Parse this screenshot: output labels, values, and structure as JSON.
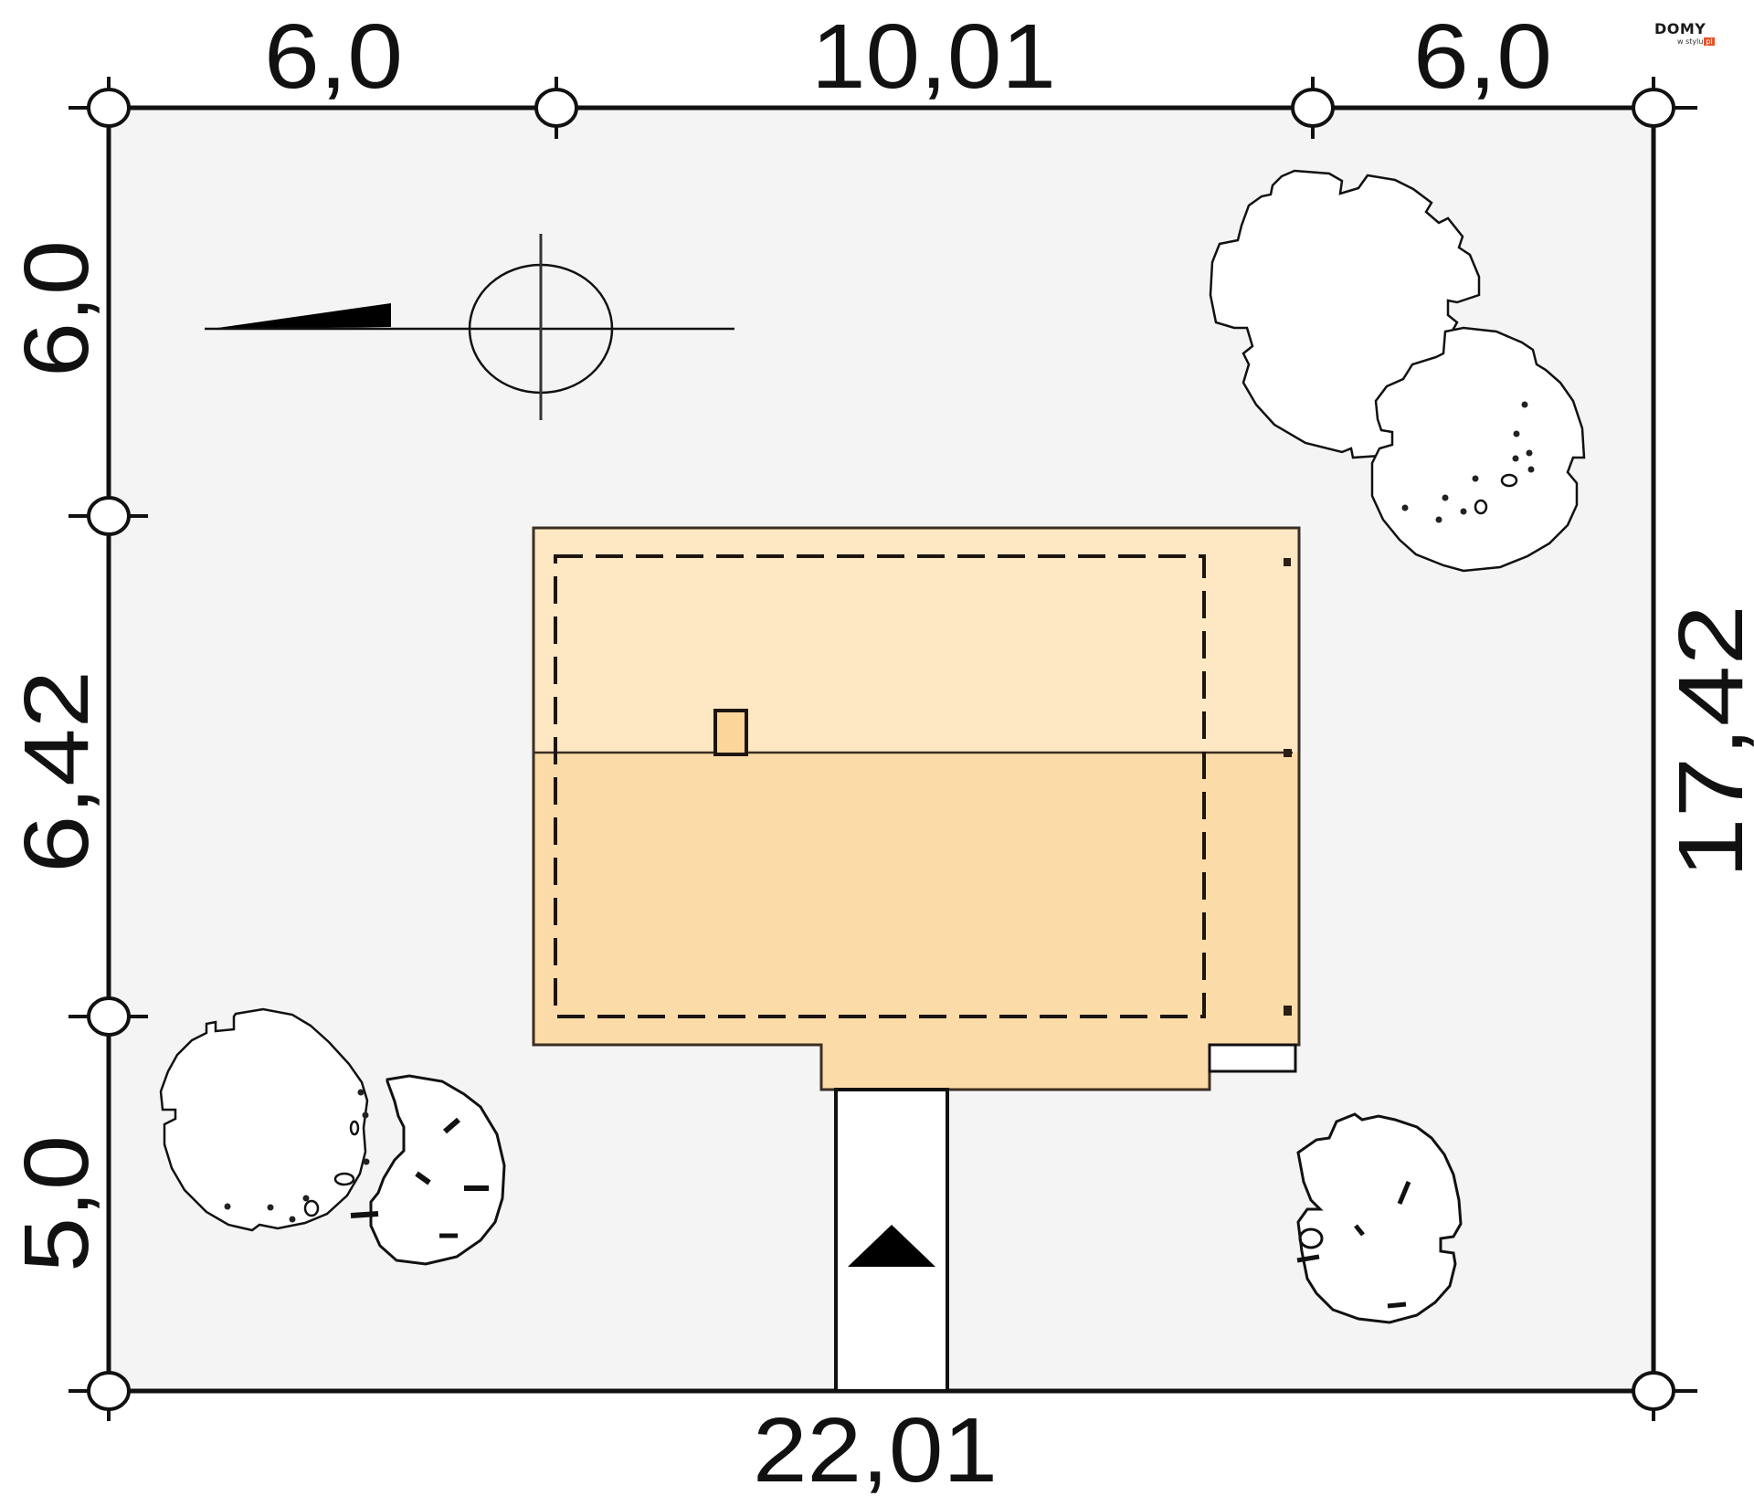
{
  "plan": {
    "type": "site plan",
    "colors": {
      "plot_fill": "#f4f4f5",
      "line": "#111111",
      "house_roof_north": "#fde8c3",
      "house_roof_south": "#fbdca8",
      "house_outline": "#3b2e22",
      "path_fill": "#ffffff",
      "tree_fill": "#ffffff",
      "logo_accent": "#e8542a"
    },
    "dimensions": {
      "top": [
        "6,0",
        "10,01",
        "6,0"
      ],
      "left": [
        "6,0",
        "6,42",
        "5,0"
      ],
      "right": "17,42",
      "bottom": "22,01"
    },
    "symbols": {
      "north_arrow": "north-arrow-icon",
      "entrance_marker": "entrance-triangle-icon",
      "chimney": "chimney-icon"
    },
    "trees": [
      {
        "name": "tree-top-right-1"
      },
      {
        "name": "tree-top-right-2"
      },
      {
        "name": "tree-bottom-left-1"
      },
      {
        "name": "tree-bottom-left-2"
      },
      {
        "name": "tree-bottom-right"
      }
    ]
  },
  "logo": {
    "main": "DOMY",
    "sub": "w stylu",
    "suffix": "pl"
  }
}
